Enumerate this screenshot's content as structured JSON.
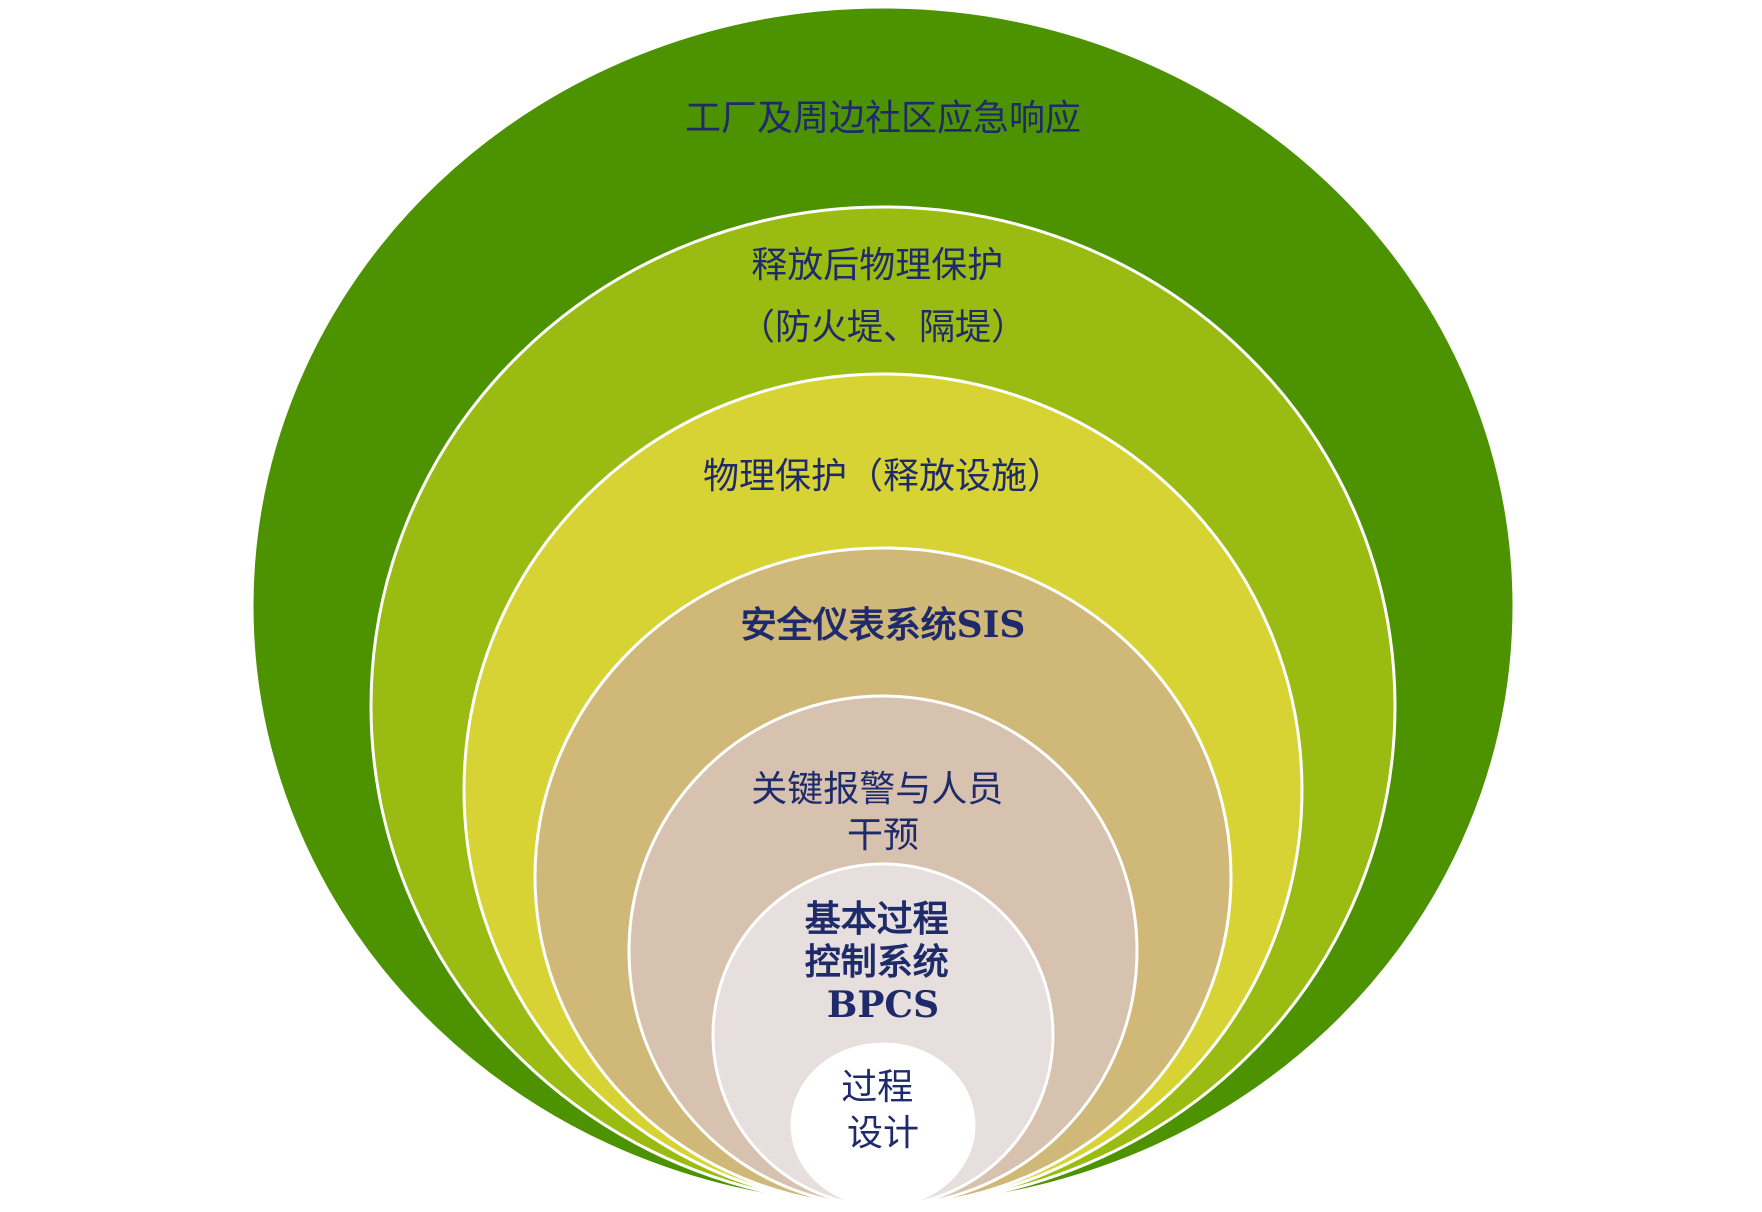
{
  "diagram": {
    "layers": [
      {
        "id": "emergency-response",
        "color": "#4d9200",
        "lines": [
          "工厂及周边社区应急响应"
        ]
      },
      {
        "id": "post-release-protection",
        "color": "#9abb12",
        "lines": [
          "释放后物理保护",
          "（防火堤、隔堤）"
        ]
      },
      {
        "id": "physical-protection",
        "color": "#d7d335",
        "lines": [
          "物理保护（释放设施）"
        ]
      },
      {
        "id": "sis",
        "color": "#d0b878",
        "lines": [
          "安全仪表系统SIS"
        ]
      },
      {
        "id": "alarms-intervention",
        "color": "#d6c2ae",
        "lines": [
          "关键报警与人员",
          "干预"
        ]
      },
      {
        "id": "bpcs",
        "color": "#e6dfdd",
        "lines": [
          "基本过程",
          "控制系统",
          "BPCS"
        ]
      },
      {
        "id": "process-design",
        "color": "#ffffff",
        "lines": [
          "过程",
          "设计"
        ]
      }
    ]
  }
}
